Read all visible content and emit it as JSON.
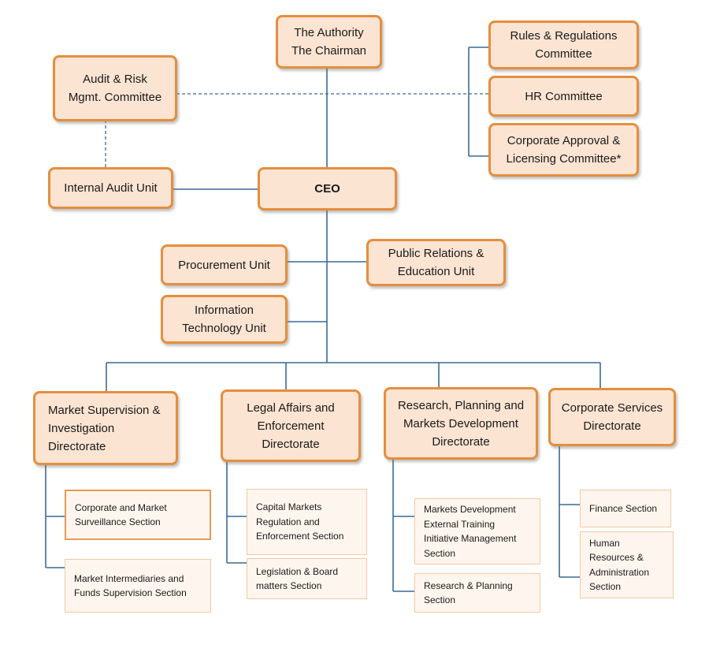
{
  "board": {
    "authority": "The Authority\nThe Chairman",
    "audit_risk": "Audit & Risk\nMgmt. Committee",
    "rules_regulations": "Rules & Regulations\nCommittee",
    "hr_committee": "HR Committee",
    "corporate_approval": "Corporate Approval &\nLicensing Committee*"
  },
  "executive": {
    "ceo": "CEO",
    "internal_audit": "Internal Audit Unit",
    "procurement": "Procurement Unit",
    "public_relations": "Public Relations &\nEducation Unit",
    "information_technology": "Information\nTechnology Unit"
  },
  "directorates": [
    {
      "name": "Market Supervision &\nInvestigation\nDirectorate",
      "sections": [
        "Corporate and Market\nSurveillance Section",
        "Market Intermediaries and\nFunds Supervision Section"
      ]
    },
    {
      "name": "Legal Affairs and\nEnforcement\nDirectorate",
      "sections": [
        "Capital Markets\nRegulation and\nEnforcement Section",
        "Legislation & Board\nmatters Section"
      ]
    },
    {
      "name": "Research, Planning and\nMarkets Development\nDirectorate",
      "sections": [
        "Markets Development\nExternal Training\nInitiative Management\nSection",
        "Research & Planning\nSection"
      ]
    },
    {
      "name": "Corporate Services\nDirectorate",
      "sections": [
        "Finance Section",
        "Human\nResources &\nAdministration\nSection"
      ]
    }
  ],
  "colors": {
    "box_fill": "#fce4d2",
    "box_border": "#e58e3e",
    "connector": "#2f5f8a"
  }
}
